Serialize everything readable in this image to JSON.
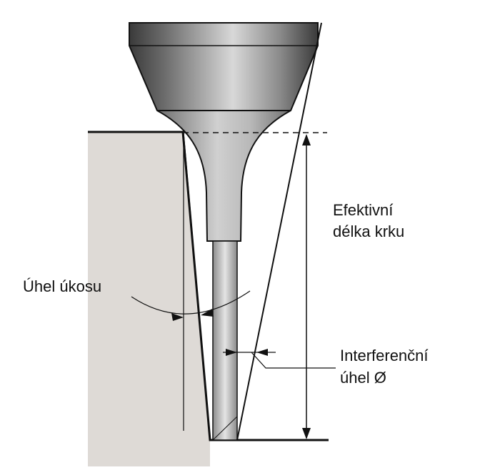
{
  "labels": {
    "draft_angle": "Úhel úkosu",
    "effective_neck_length_line1": "Efektivní",
    "effective_neck_length_line2": "délka krku",
    "interference_angle_line1": "Interferenční",
    "interference_angle_line2": "úhel Ø"
  },
  "colors": {
    "workpiece": "#dedad6",
    "outline": "#111111",
    "tool_dark": "#3a3a3a",
    "tool_light": "#d2d2d2"
  }
}
